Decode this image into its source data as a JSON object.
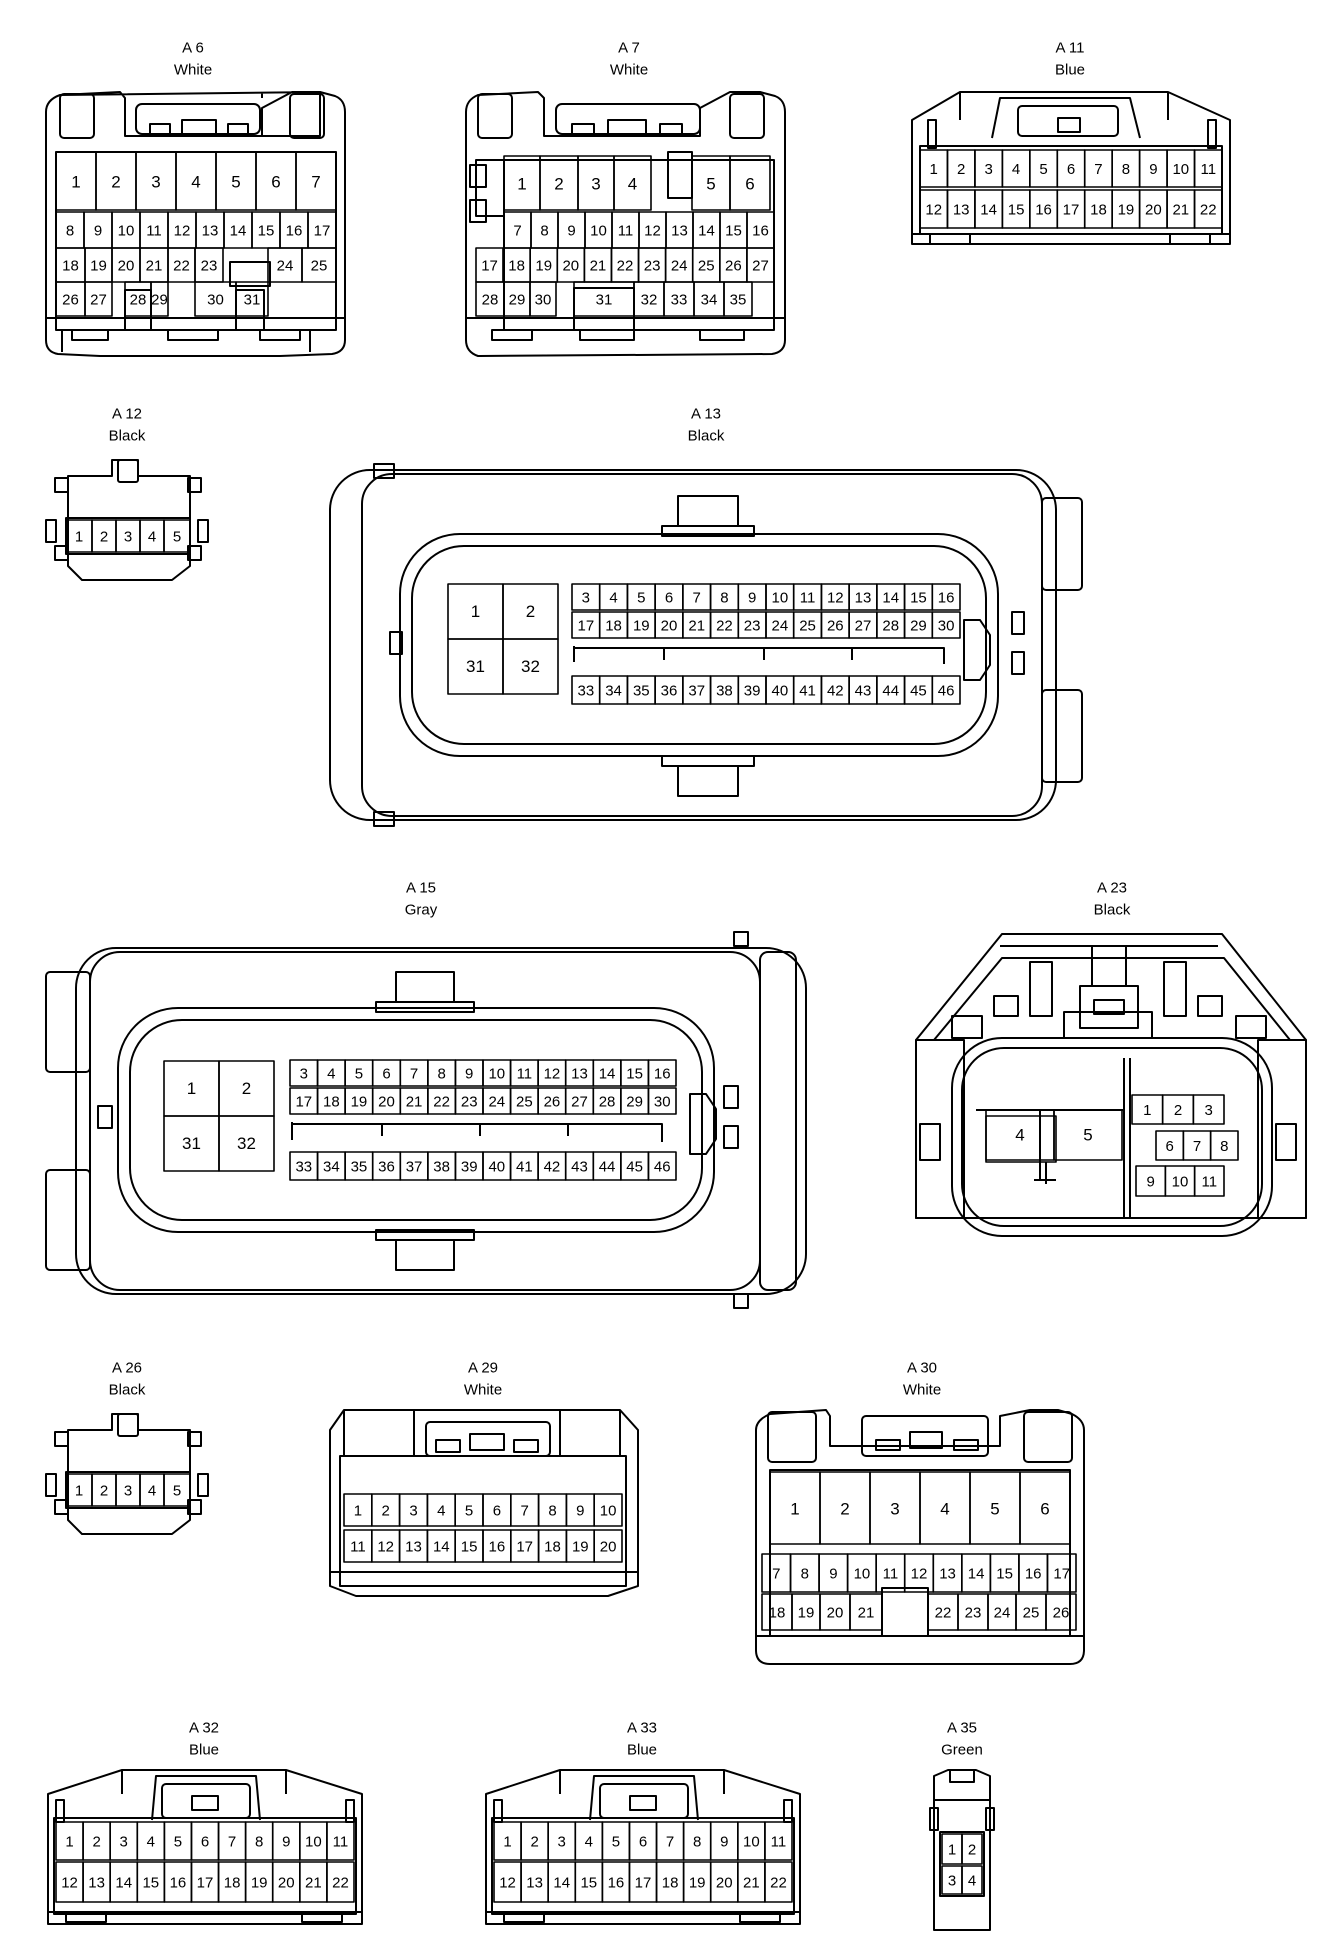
{
  "connectors": [
    {
      "id": "a6",
      "name": "A 6",
      "color": "White",
      "rows": [
        [
          "1",
          "2",
          "3",
          "4",
          "5",
          "6",
          "7"
        ],
        [
          "8",
          "9",
          "10",
          "11",
          "12",
          "13",
          "14",
          "15",
          "16",
          "17"
        ],
        [
          "18",
          "19",
          "20",
          "21",
          "22",
          "23",
          "",
          "24",
          "25"
        ],
        [
          "26",
          "27",
          "",
          "28",
          "29",
          "",
          "30",
          "31"
        ]
      ]
    },
    {
      "id": "a7",
      "name": "A 7",
      "color": "White",
      "rows": [
        [
          "1",
          "2",
          "3",
          "4",
          "",
          "5",
          "6"
        ],
        [
          "7",
          "8",
          "9",
          "10",
          "11",
          "12",
          "13",
          "14",
          "15",
          "16"
        ],
        [
          "17",
          "18",
          "19",
          "20",
          "21",
          "22",
          "23",
          "24",
          "25",
          "26",
          "27"
        ],
        [
          "28",
          "29",
          "30",
          "",
          "31",
          "32",
          "33",
          "34",
          "35"
        ]
      ]
    },
    {
      "id": "a11",
      "name": "A 11",
      "color": "Blue",
      "rows": [
        [
          "1",
          "2",
          "3",
          "4",
          "5",
          "6",
          "7",
          "8",
          "9",
          "10",
          "11"
        ],
        [
          "12",
          "13",
          "14",
          "15",
          "16",
          "17",
          "18",
          "19",
          "20",
          "21",
          "22"
        ]
      ]
    },
    {
      "id": "a12",
      "name": "A 12",
      "color": "Black",
      "rows": [
        [
          "1",
          "2",
          "3",
          "4",
          "5"
        ]
      ]
    },
    {
      "id": "a13",
      "name": "A 13",
      "color": "Black",
      "big": [
        [
          "1",
          "2"
        ],
        [
          "31",
          "32"
        ]
      ],
      "rows": [
        [
          "3",
          "4",
          "5",
          "6",
          "7",
          "8",
          "9",
          "10",
          "11",
          "12",
          "13",
          "14",
          "15",
          "16"
        ],
        [
          "17",
          "18",
          "19",
          "20",
          "21",
          "22",
          "23",
          "24",
          "25",
          "26",
          "27",
          "28",
          "29",
          "30"
        ],
        [
          "33",
          "34",
          "35",
          "36",
          "37",
          "38",
          "39",
          "40",
          "41",
          "42",
          "43",
          "44",
          "45",
          "46"
        ]
      ]
    },
    {
      "id": "a15",
      "name": "A 15",
      "color": "Gray",
      "big": [
        [
          "1",
          "2"
        ],
        [
          "31",
          "32"
        ]
      ],
      "rows": [
        [
          "3",
          "4",
          "5",
          "6",
          "7",
          "8",
          "9",
          "10",
          "11",
          "12",
          "13",
          "14",
          "15",
          "16"
        ],
        [
          "17",
          "18",
          "19",
          "20",
          "21",
          "22",
          "23",
          "24",
          "25",
          "26",
          "27",
          "28",
          "29",
          "30"
        ],
        [
          "33",
          "34",
          "35",
          "36",
          "37",
          "38",
          "39",
          "40",
          "41",
          "42",
          "43",
          "44",
          "45",
          "46"
        ]
      ]
    },
    {
      "id": "a23",
      "name": "A 23",
      "color": "Black",
      "big": [
        [
          "4",
          "5"
        ]
      ],
      "rows": [
        [
          "1",
          "2",
          "3"
        ],
        [
          "6",
          "7",
          "8"
        ],
        [
          "9",
          "10",
          "11"
        ]
      ]
    },
    {
      "id": "a26",
      "name": "A 26",
      "color": "Black",
      "rows": [
        [
          "1",
          "2",
          "3",
          "4",
          "5"
        ]
      ]
    },
    {
      "id": "a29",
      "name": "A 29",
      "color": "White",
      "rows": [
        [
          "1",
          "2",
          "3",
          "4",
          "5",
          "6",
          "7",
          "8",
          "9",
          "10"
        ],
        [
          "11",
          "12",
          "13",
          "14",
          "15",
          "16",
          "17",
          "18",
          "19",
          "20"
        ]
      ]
    },
    {
      "id": "a30",
      "name": "A 30",
      "color": "White",
      "rows": [
        [
          "1",
          "2",
          "3",
          "4",
          "5",
          "6"
        ],
        [
          "7",
          "8",
          "9",
          "10",
          "11",
          "12",
          "13",
          "14",
          "15",
          "16",
          "17"
        ],
        [
          "18",
          "19",
          "20",
          "21",
          "",
          "22",
          "23",
          "24",
          "25",
          "26"
        ]
      ]
    },
    {
      "id": "a32",
      "name": "A 32",
      "color": "Blue",
      "rows": [
        [
          "1",
          "2",
          "3",
          "4",
          "5",
          "6",
          "7",
          "8",
          "9",
          "10",
          "11"
        ],
        [
          "12",
          "13",
          "14",
          "15",
          "16",
          "17",
          "18",
          "19",
          "20",
          "21",
          "22"
        ]
      ]
    },
    {
      "id": "a33",
      "name": "A 33",
      "color": "Blue",
      "rows": [
        [
          "1",
          "2",
          "3",
          "4",
          "5",
          "6",
          "7",
          "8",
          "9",
          "10",
          "11"
        ],
        [
          "12",
          "13",
          "14",
          "15",
          "16",
          "17",
          "18",
          "19",
          "20",
          "21",
          "22"
        ]
      ]
    },
    {
      "id": "a35",
      "name": "A 35",
      "color": "Green",
      "rows": [
        [
          "1",
          "2"
        ],
        [
          "3",
          "4"
        ]
      ]
    }
  ]
}
